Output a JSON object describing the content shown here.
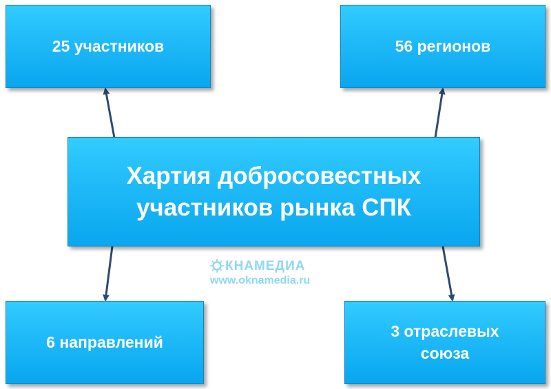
{
  "diagram": {
    "center": {
      "line1": "Хартия добросовестных",
      "line2": "участников рынка СПК"
    },
    "top_left": "25 участников",
    "top_right": "56 регионов",
    "bottom_left": "6 направлений",
    "bottom_right": {
      "line1": "3 отраслевых",
      "line2": "союза"
    }
  },
  "watermark": {
    "logo_text": "КНАМЕДИА",
    "url": "www.oknamedia.ru"
  },
  "colors": {
    "box_fill": "#1cb8f7",
    "box_border": "#0a85c2",
    "text": "#ffffff",
    "arrow": "#2e4a6b",
    "watermark": "#8fd8f4"
  },
  "icons": {
    "watermark_logo": "sun-o-icon"
  }
}
